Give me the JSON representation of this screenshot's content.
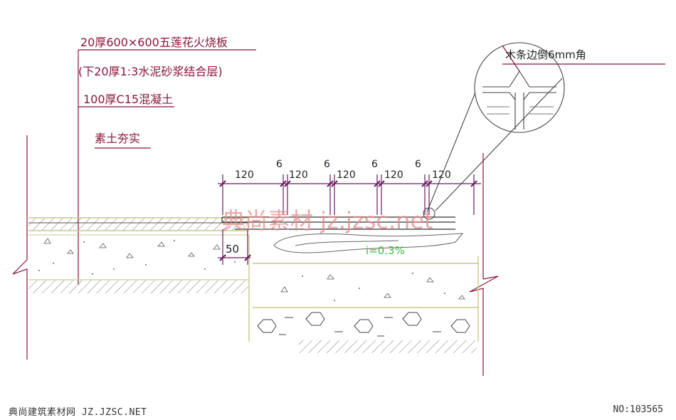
{
  "annotations": {
    "layer1": "20厚600×600五莲花火烧板",
    "layer2": "(下20厚1:3水泥砂浆结合层)",
    "layer3": "100厚C15混凝土",
    "layer4": "素土夯实",
    "detail": "木条边倒6mm角"
  },
  "dimensions": {
    "widths": [
      "120",
      "120",
      "120",
      "120",
      "120"
    ],
    "gaps": [
      "6",
      "6",
      "6",
      "6"
    ],
    "step": "50"
  },
  "slope": "i=0.3%",
  "watermark": "典尚素材 jz.jzsc.net",
  "footer": {
    "site": "典尚建筑素材网 JZ.JZSC.NET",
    "number": "NO:103565"
  },
  "colors": {
    "line": "#8a1538",
    "dim": "#6b1a60",
    "aux": "#c9c98a",
    "slope": "#44bb44",
    "watermark": "#e58a8a"
  }
}
